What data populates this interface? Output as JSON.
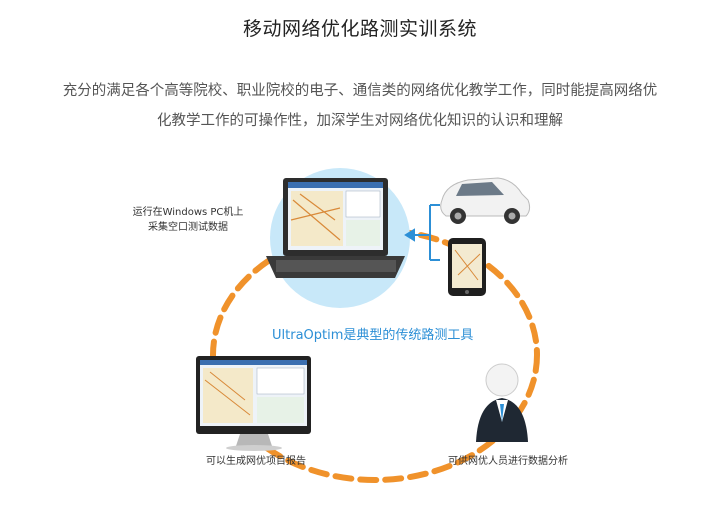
{
  "header": {
    "title": "移动网络优化路测实训系统"
  },
  "intro": {
    "line1": "充分的满足各个高等院校、职业院校的电子、通信类的网络优化教学工作，同时能提高网络优",
    "line2": "化教学工作的可操作性，加深学生对网络优化知识的认识和理解"
  },
  "diagram": {
    "laptop_caption_line1": "运行在Windows PC机上",
    "laptop_caption_line2": "采集空口测试数据",
    "center_caption": "UltraOptim是典型的传统路测工具",
    "monitor_caption": "可以生成网优项目报告",
    "person_caption": "可供网优人员进行数据分析",
    "colors": {
      "loop": "#f0922b",
      "accent": "#2c8fd6",
      "circle": "#bfe3f7"
    }
  }
}
